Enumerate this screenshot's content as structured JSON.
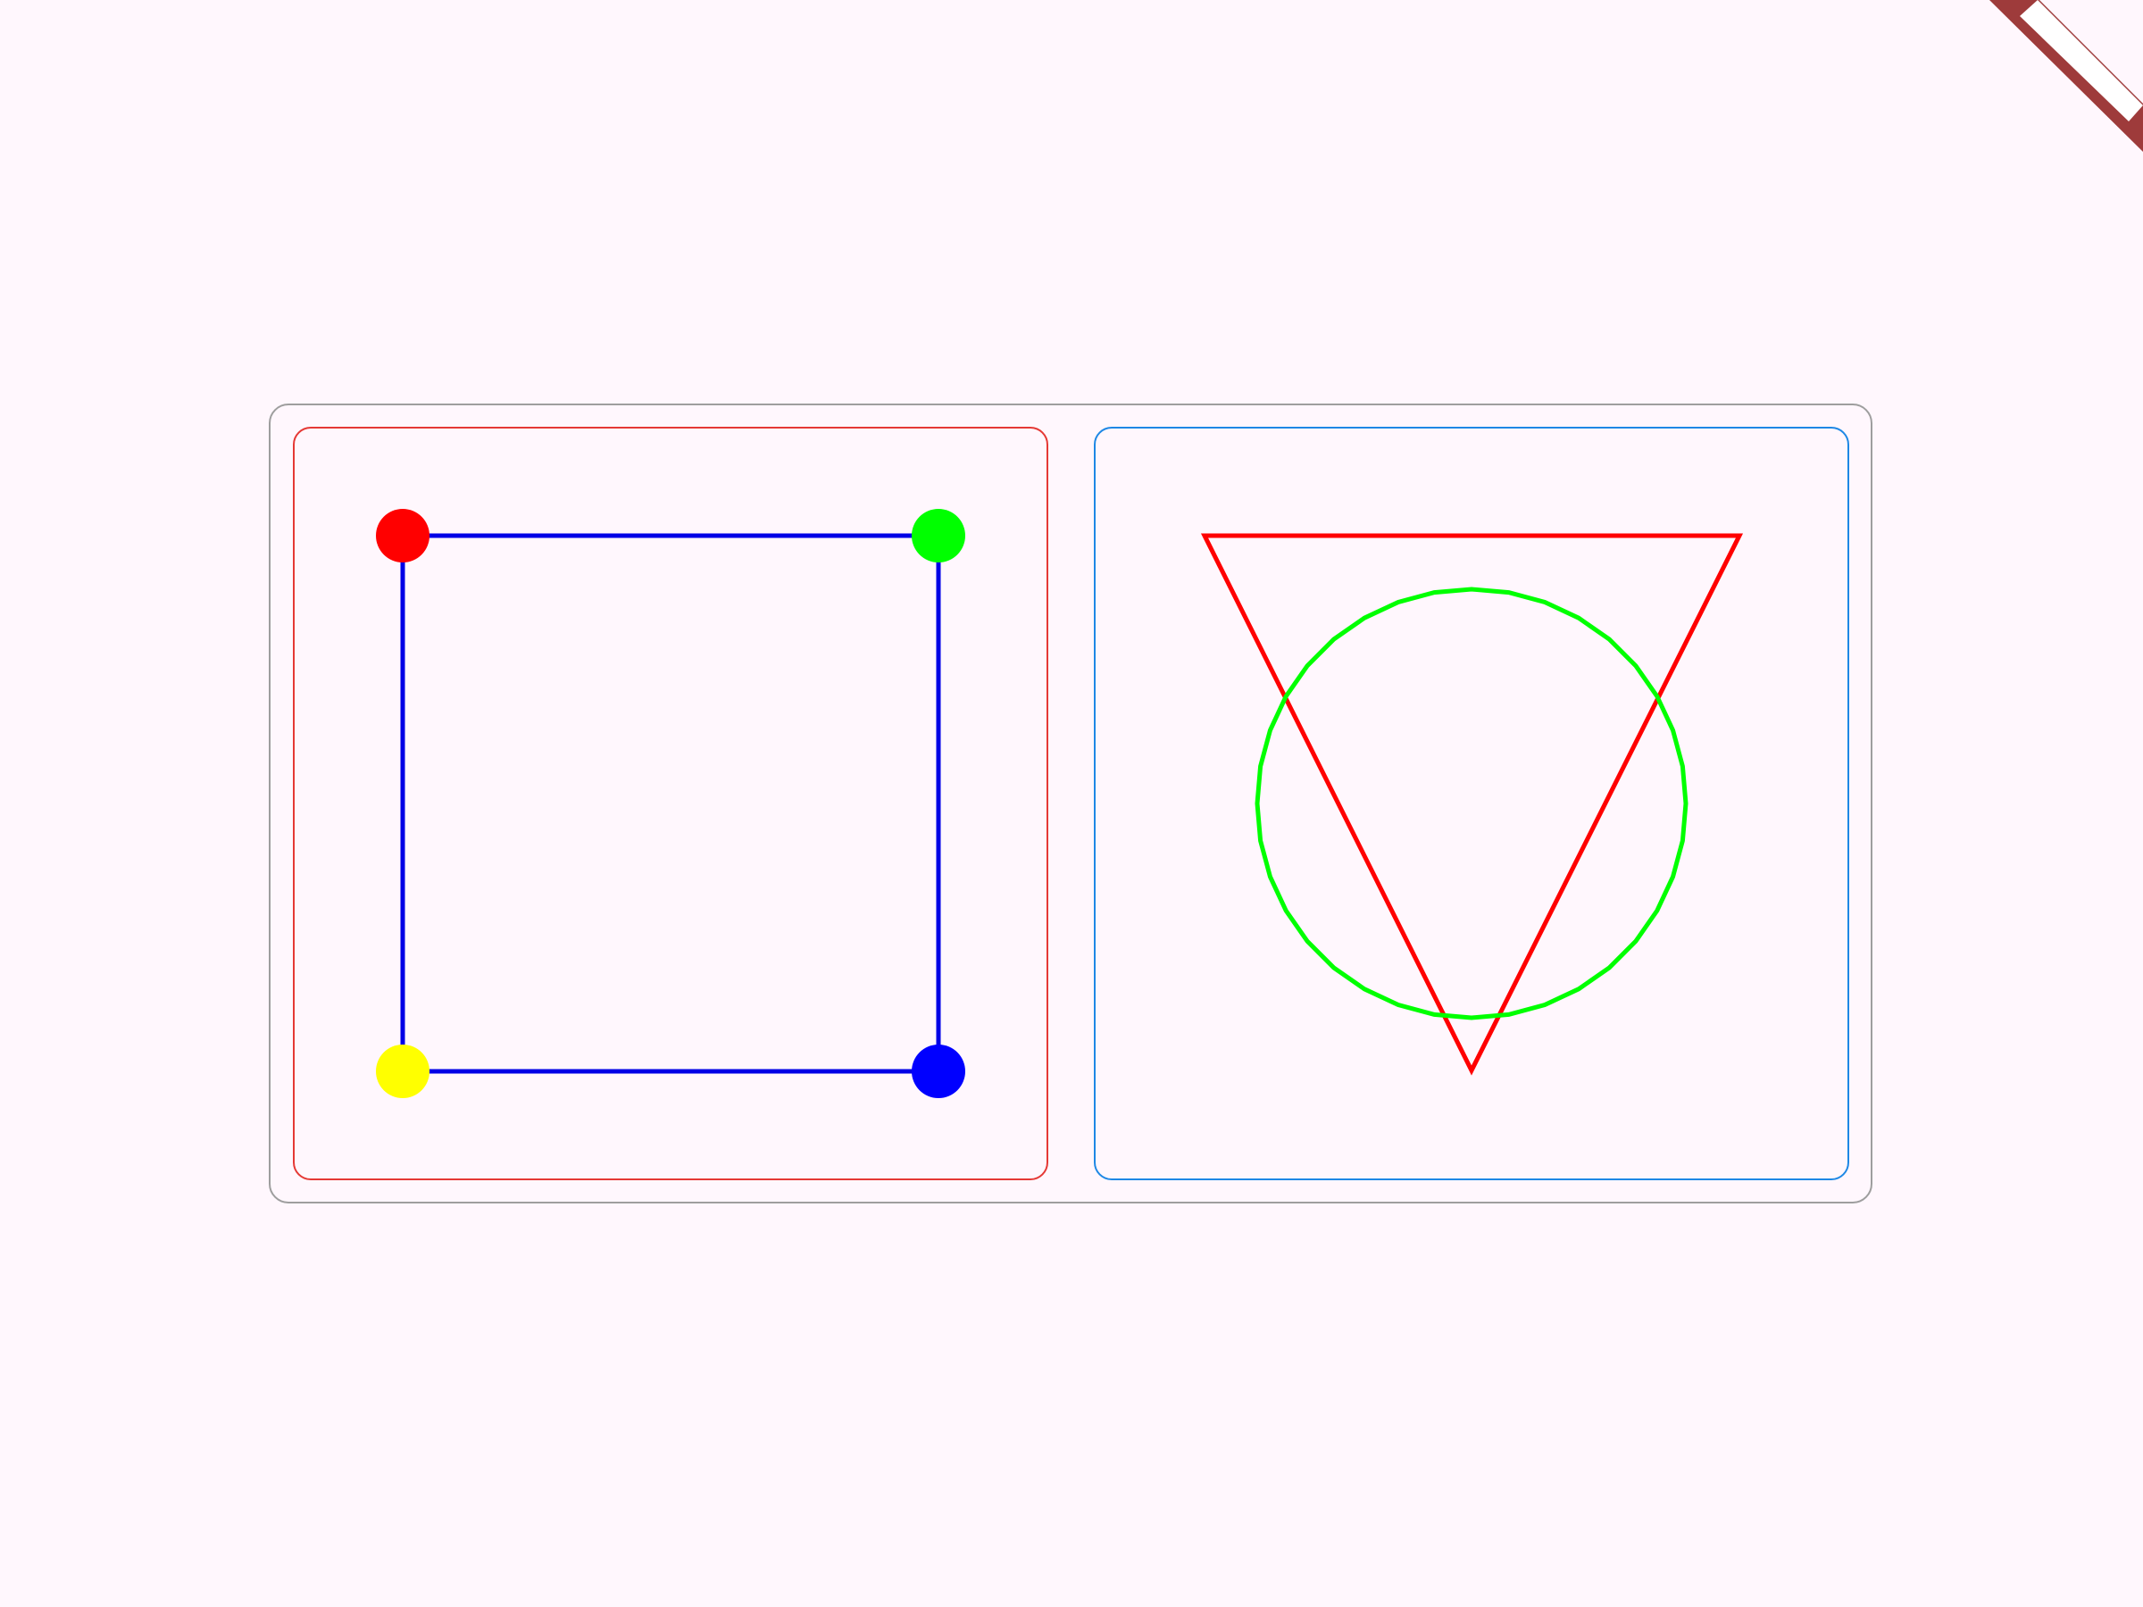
{
  "colors": {
    "background": "#fff7fd",
    "outer_frame_border": "#9e9e9e",
    "left_panel_border": "#e53935",
    "right_panel_border": "#1e88e5",
    "square_edges": "#0000e6",
    "triangle": "#ff0000",
    "circle": "#00ff00",
    "corner_ribbon": "#9e3b3b"
  },
  "left_panel": {
    "shape": "square",
    "vertices": [
      {
        "name": "vertex-top-left",
        "color": "#ff0000"
      },
      {
        "name": "vertex-top-right",
        "color": "#00ff00"
      },
      {
        "name": "vertex-bottom-left",
        "color": "#ffff00"
      },
      {
        "name": "vertex-bottom-right",
        "color": "#0000ff"
      }
    ]
  },
  "right_panel": {
    "shapes": [
      "inverted-triangle",
      "circle"
    ]
  },
  "icons": {
    "corner_ribbon": "debug-ribbon-icon"
  }
}
